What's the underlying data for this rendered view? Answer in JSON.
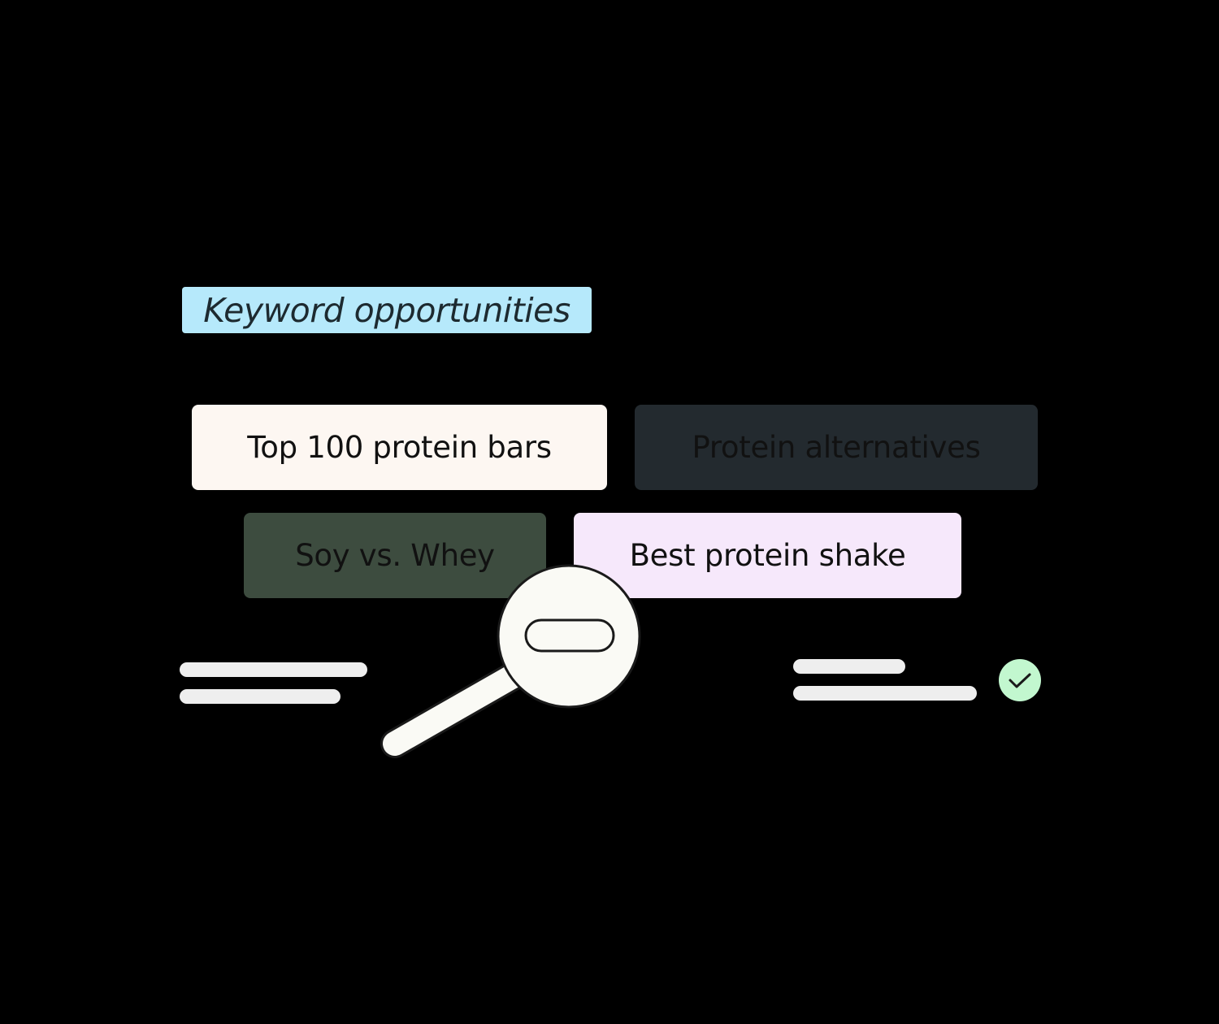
{
  "title": "Keyword opportunities",
  "keywords": [
    {
      "label": "Top 100 protein bars",
      "bg": "#fdf7f2"
    },
    {
      "label": "Protein alternatives",
      "bg": "#232a2f"
    },
    {
      "label": "Soy vs. Whey",
      "bg": "#3d4c3f"
    },
    {
      "label": "Best protein shake",
      "bg": "#f6e8fb"
    }
  ],
  "icons": {
    "magnifier": "magnifier-minus-icon",
    "check": "check-circle-icon"
  },
  "colors": {
    "title_bg": "#b6e9fb",
    "check_bg": "#c2f7cf",
    "placeholder_bar": "#eeeeee"
  }
}
